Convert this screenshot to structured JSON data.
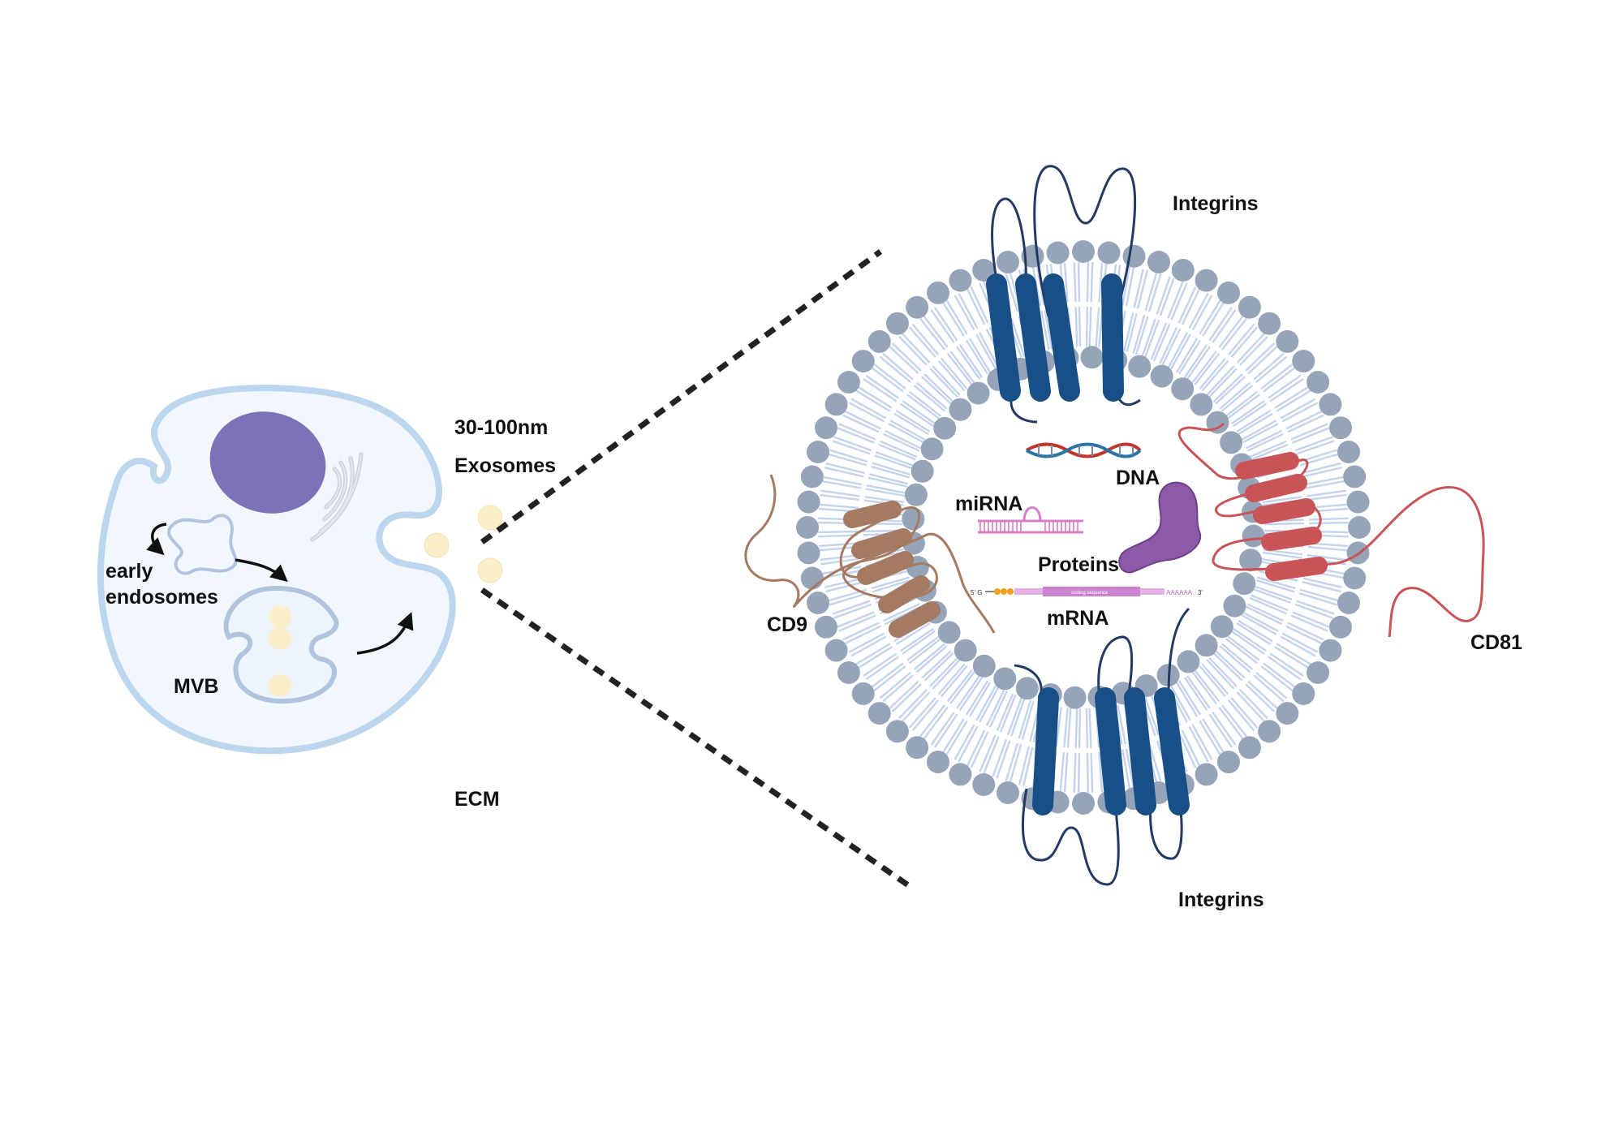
{
  "labels": {
    "size": "30-100nm",
    "exosomes": "Exosomes",
    "early_line1": "early",
    "early_line2": "endosomes",
    "mvb": "MVB",
    "ecm": "ECM",
    "integrins_top": "Integrins",
    "integrins_bottom": "Integrins",
    "dna": "DNA",
    "mirna": "miRNA",
    "proteins": "Proteins",
    "mrna": "mRNA",
    "cd9": "CD9",
    "cd81": "CD81"
  },
  "mrna_strip": {
    "five_prime": "5' G",
    "coding": "coding sequence",
    "polya": "AAAAAA",
    "three_prime": "3'"
  },
  "colors": {
    "cell_membrane": "#bcd6ee",
    "cytoplasm": "#f1f7fd",
    "nucleus": "#7b72b8",
    "vesicle": "#fbefc9",
    "lipid_head": "#95a4b8",
    "lipid_tail": "#c3d3ec",
    "integrin": "#184f86",
    "integrin_loop": "#243a63",
    "cd81": "#c95458",
    "cd9": "#a47a63",
    "protein": "#8d5aa8",
    "dna_red": "#c0352c",
    "dna_blue": "#2a75a6",
    "mirna": "#d47fc1",
    "mrna": "#c983cf"
  }
}
